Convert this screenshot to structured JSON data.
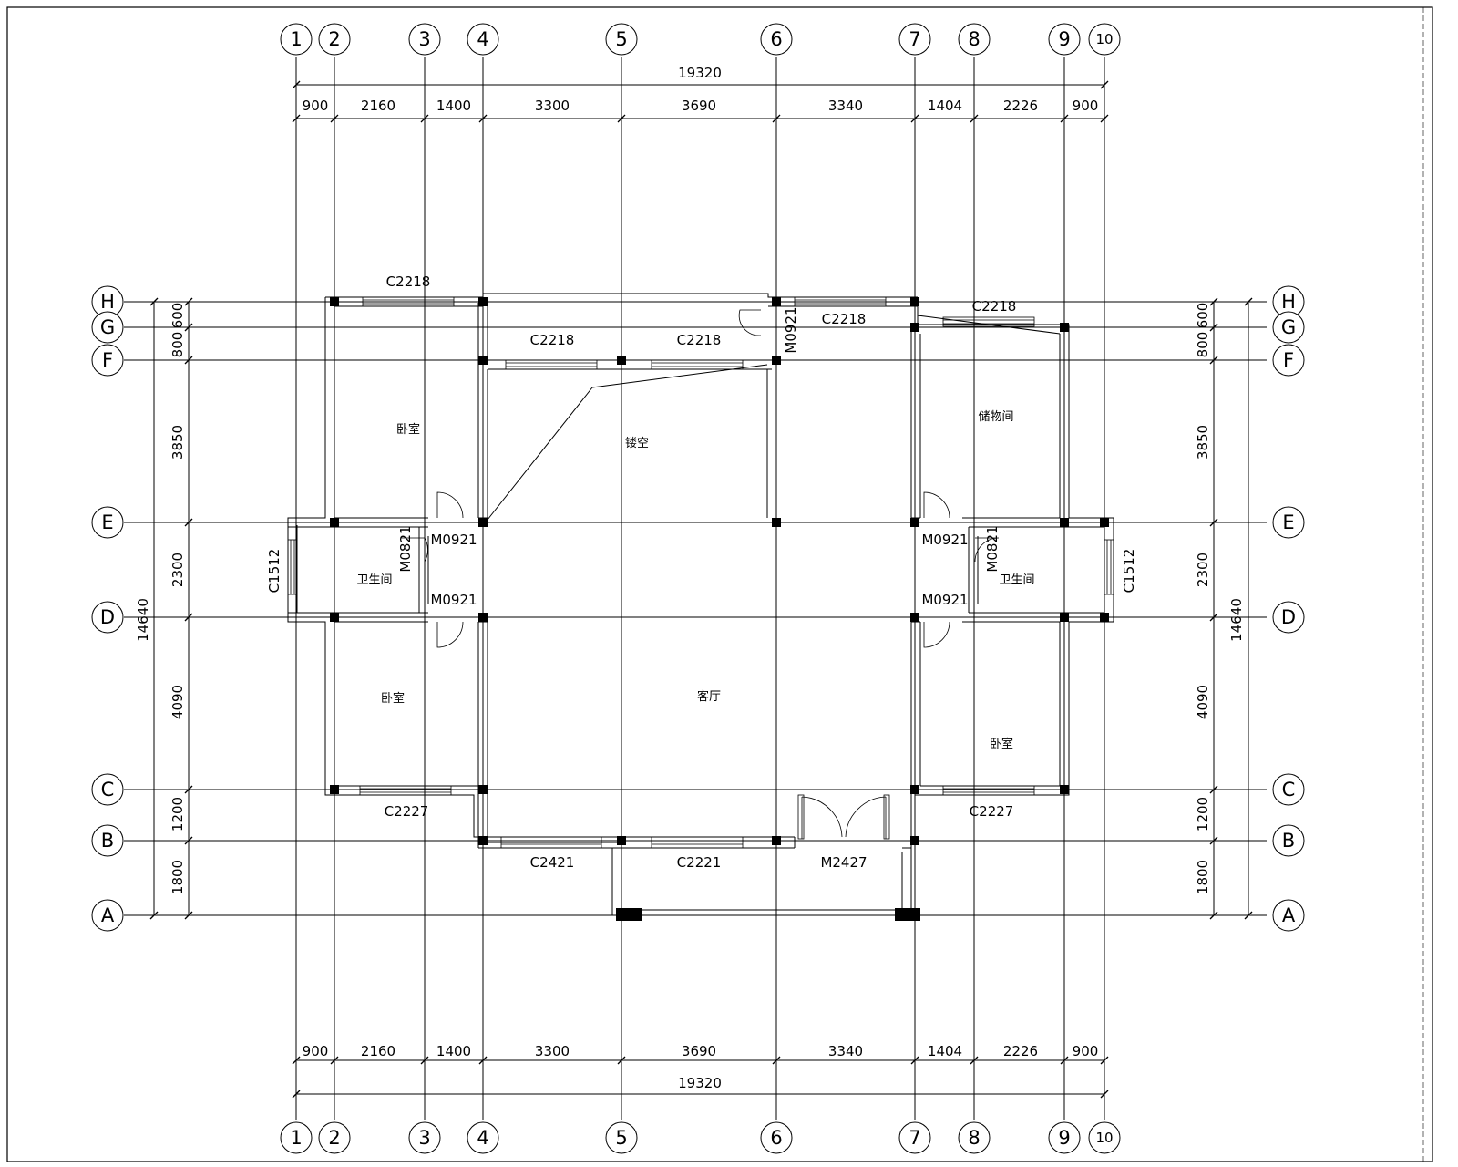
{
  "drawing": {
    "v_axes": [
      "1",
      "2",
      "3",
      "4",
      "5",
      "6",
      "7",
      "8",
      "9",
      "10"
    ],
    "h_axes": [
      "H",
      "G",
      "F",
      "E",
      "D",
      "C",
      "B",
      "A"
    ],
    "top_total": "19320",
    "bottom_total": "19320",
    "top_dims": [
      "900",
      "2160",
      "1400",
      "3300",
      "3690",
      "3340",
      "1404",
      "2226",
      "900"
    ],
    "bottom_dims": [
      "900",
      "2160",
      "1400",
      "3300",
      "3690",
      "3340",
      "1404",
      "2226",
      "900"
    ],
    "left_dims": [
      "600",
      "800",
      "3850",
      "2300",
      "4090",
      "1200",
      "1800"
    ],
    "right_dims": [
      "600",
      "800",
      "3850",
      "2300",
      "4090",
      "1200",
      "1800"
    ],
    "left_total": "14640",
    "right_total": "14640",
    "rooms": {
      "bedroom_nw": "卧室",
      "void": "镂空",
      "storage": "储物间",
      "bath_w": "卫生间",
      "bath_e": "卫生间",
      "bedroom_sw": "卧室",
      "living": "客厅",
      "bedroom_se": "卧室"
    },
    "tags": {
      "win_h_left": "C2218",
      "win_h_mid": "C2218",
      "win_g_right": "C2218",
      "win_f_a": "C2218",
      "win_f_b": "C2218",
      "door_m0921_top": "M0921",
      "door_e_left": "M0921",
      "door_d_left": "M0921",
      "door_e_right": "M0921",
      "door_d_right": "M0921",
      "door_bath_left": "M0821",
      "door_bath_right": "M0821",
      "win_c1512_left": "C1512",
      "win_c1512_right": "C1512",
      "win_c_left": "C2227",
      "win_c_right": "C2227",
      "win_b_a": "C2421",
      "win_b_b": "C2221",
      "door_main": "M2427"
    }
  }
}
